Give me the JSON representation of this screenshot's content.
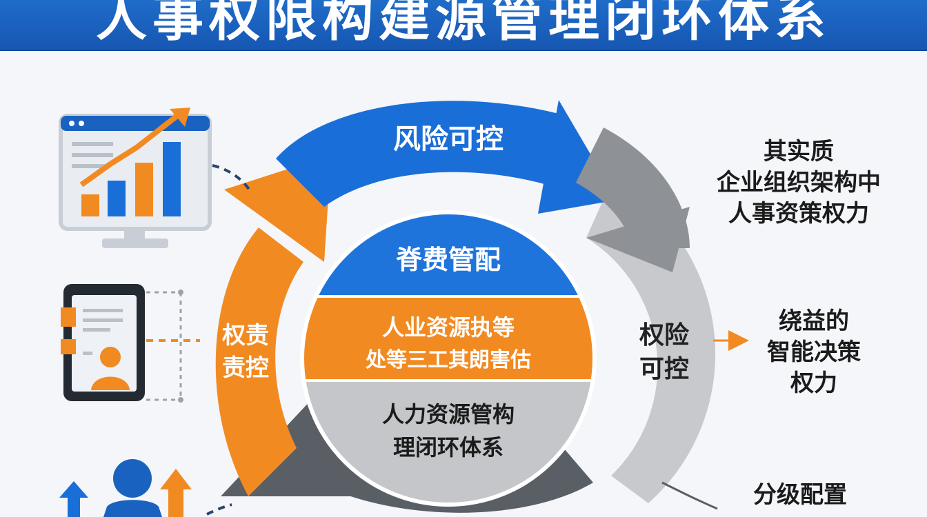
{
  "title": "人事权限构建源管理闭环体系",
  "ring": {
    "top_arrow": "风险可控",
    "left_arrow": [
      "权责",
      "责控"
    ],
    "right_arrow": [
      "权险",
      "可控"
    ]
  },
  "center": {
    "band1": "脊费管配",
    "band2": [
      "人业资源执等",
      "处等三工其朗害估"
    ],
    "band3": [
      "人力资源管构",
      "理闭环体系"
    ]
  },
  "right_notes": {
    "note1": [
      "其实质",
      "企业组织架构中",
      "人事资策权力"
    ],
    "note2": [
      "绕益的",
      "智能决策",
      "权力"
    ],
    "note3": "分级配置"
  },
  "colors": {
    "blue": "#1a6ed8",
    "orange": "#f28a22",
    "gray": "#8e9196",
    "dark": "#232a31",
    "banner": "#1a62c0"
  },
  "icons": [
    "monitor-chart-icon",
    "document-profile-icon",
    "person-arrows-icon"
  ]
}
